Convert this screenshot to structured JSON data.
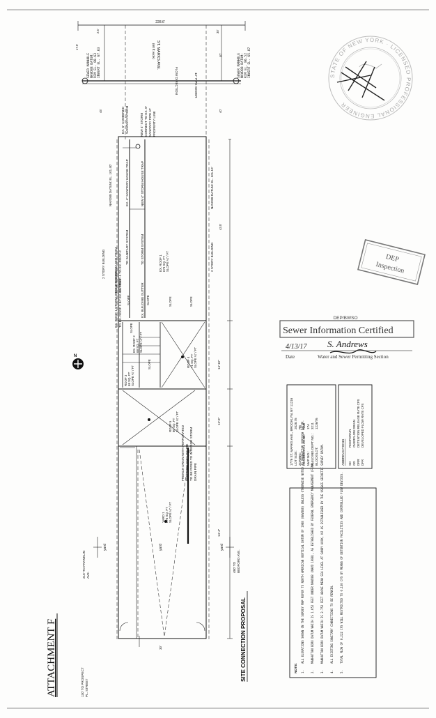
{
  "title": "ATTACHMENT F",
  "drawing_title": "SITE CONNECTION PROPOSAL",
  "street": {
    "name": "ST. MARKS AVE.",
    "width": "(60 ft wide)",
    "sewer": "12\" PIPE SEWER",
    "flow": "FLOW DIRECTION"
  },
  "manholes": {
    "left": [
      "SEWER MANHOLE",
      "NAVD88 DATUM:",
      "RIM EL. 88.63",
      "INVERT EL. 67.63"
    ],
    "right": [
      "SEWER MANHOLE",
      "NAVD88 DATUM:",
      "RIM EL. 86.52",
      "INVERT EL. 65.87"
    ]
  },
  "dimensions": {
    "overall": "228.6'",
    "d1": "2.5'",
    "d2": "30'",
    "d3": "40'",
    "d4": "40'",
    "d5": "45'",
    "d6": "43.5'",
    "d7": "17.5'",
    "depth1": "14'-10\"",
    "depth2": "13'-8\"",
    "depth3": "14'-4\"",
    "rear": "30'"
  },
  "datum_left": "NAVD88 DATUM: EL. 101.40'",
  "datum_right": "NAVD88 DATUM: EL. 101.10'",
  "building_labels": [
    "2 STORY BUILDING",
    "2 STORY BUILDING"
  ],
  "notes_on_plan": {
    "combined": [
      "EX. 6\" COMBINED",
      "SANITARY/STORM"
    ],
    "new_storm_connect": [
      "NEW 4\" STORM",
      "CONNECT TO EX. 6\"",
      "SANITARY PIPE AT",
      "PROPERTY LINE"
    ],
    "ex_sanitary_trap": "EX. 4\" SANITARY HOUSE TRAP",
    "new_storm_trap": "NEW 4\" STORM HOUSE TRAP",
    "to_sanitary": "TO SANITARY SYSTEM",
    "to_storm": "TO STORM SYSTEM",
    "ex_gutter": "EX. BUILDING GUTTER",
    "leader": [
      "EX. 4\" STORM LEADER FROM",
      "EX. ROOF-1 TO EX. ROOF-2"
    ],
    "roof1_discharge": [
      "EX. ROOF 1 STORM DRAIN DISCHARGE",
      "TO EX. ROOF 2 BY EX. GUTTER"
    ],
    "french_drain": [
      "FRENCH DRAIN WITH PERFORATED",
      "PIPE WITH ENCLOSURE",
      "TO BE PIPED TO INTERIOR STORM",
      "DRAIN PIPE"
    ]
  },
  "slopes": [
    "SLOPE",
    "SLOPE",
    "SLOPE",
    "SLOPE",
    "SLOPE",
    "SLOPE"
  ],
  "roofs": {
    "roof1": [
      "EX. ROOF 1",
      "673 SQ. FT",
      "SLOPE ¼\" / FT"
    ],
    "roof2": [
      "EX. ROOF 2",
      "68 SQ. FT",
      "SLOPE ¼\" / FT"
    ],
    "roof3": [
      "ROOF 3",
      "68 SQ. FT",
      "SLOPE ¼\" / FT"
    ],
    "roof4": [
      "ROOF 4",
      "71 SQ. FT",
      "SLOPE ¼\" / FT"
    ],
    "roof5": [
      "ROOF 5",
      "80 SQ. FT",
      "SLOPE ¼\" / FT"
    ],
    "yard": [
      "YARD 1",
      "875 SQ. FT",
      "SLOPE ¼\" / FT"
    ]
  },
  "yard_labels": [
    "yard",
    "yard",
    "yard"
  ],
  "neighbors": {
    "franklin": [
      "215' TO FRANKLIN",
      "AVE."
    ],
    "bedford": [
      "480' TO",
      "BEDFORD AVE."
    ],
    "prospect": [
      "130' TO PROSPECT",
      "PL. STREET"
    ]
  },
  "site_info": [
    "1776 ST. MARKS AVE., BROOKLYN, NY 11216",
    "LOT SIZE:",
    "2028.75",
    "ZONING:",
    "R6",
    "RESIDENTIAL ZONE:",
    "R6B",
    "MAP NO.:",
    "17A",
    "BUILDING DEPT NO.:",
    "3211",
    "BLOCK/LOT:",
    "1226/76"
  ],
  "abbreviations": {
    "heading": "ABBREVIATIONS",
    "items": [
      {
        "code": "SD",
        "desc": "ROOFDRAIN"
      },
      {
        "code": "OD",
        "desc": "OVERFLOW DRAIN"
      },
      {
        "code": "DRR",
        "desc": "DETENTION RELEASE RATE CFS"
      },
      {
        "code": "DFR",
        "desc": "DEVELOPED FLOW RATE CFS"
      }
    ]
  },
  "notes": {
    "heading": "NOTE:",
    "items": [
      "ALL ELEVATIONS SHOWN ON THE SURVEY MAP REFER TO NORTH AMERICAN VERTICAL DATUM OF 1988 (NAVD88) UNLESS OTHERWISE NOTED AS MANHATTAN BOROUGH DATUM.",
      "MANHATTAN BORO DATUM WHICH IS 1.652 FEET UNDER NAVD88 (NAVD 1988), AS ESTABLISHED BY FEDERAL EMERGENCY MANAGEMENT (FEMA).",
      "MANHATTAN BORO DATUM WHICH IS 2.752 FEET ABOVE MEAN SEA LEVEL AT SANDY HOOK, NJ AS ESTABLISHED BY THE USC&GS GEODETIC SURVEY DATUM.",
      "ALL EXISTING SANITARY CONNECTIONS TO BE REMAIN.",
      "TOTAL FLOW OF 0.222 CFS WILL RESTRICTED TO 0.130 CFS BY MEANS OF DETENTION FACILITIES AND CONTROLLED FLOW DEVICES."
    ]
  },
  "stamp_dep": {
    "line1": "DEP",
    "line2": "Inspection"
  },
  "stamp_sewer": {
    "agency": "DEP/BWSO",
    "title": "Sewer Information Certified",
    "signature": "S. Andrews",
    "date": "4/13/17",
    "date_label": "Date",
    "section": "Water and Sewer Permitting Section"
  },
  "seal_text": "STATE OF NEW YORK · LICENSED PROFESSIONAL ENGINEER",
  "north_symbol": "N"
}
